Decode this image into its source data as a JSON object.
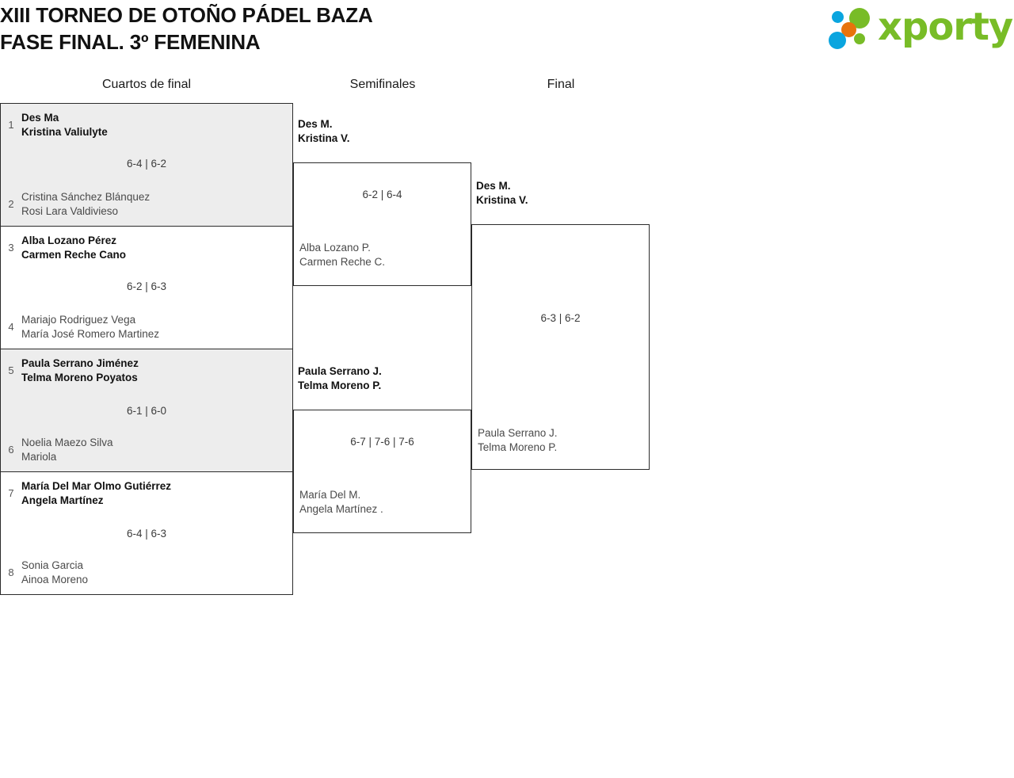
{
  "header": {
    "title_line1": "XIII TORNEO DE OTOÑO PÁDEL BAZA",
    "title_line2": "FASE FINAL. 3º FEMENINA",
    "logo_text": "xporty",
    "logo_colors": {
      "green": "#78bc27",
      "blue": "#0aa5df",
      "orange": "#e8730c"
    }
  },
  "rounds": [
    {
      "label": "Cuartos de final"
    },
    {
      "label": "Semifinales"
    },
    {
      "label": "Final"
    }
  ],
  "quarterfinals": [
    {
      "shaded": true,
      "score": "6-4 | 6-2",
      "top": {
        "seed": "1",
        "p1": "Des Ma",
        "p2": "Kristina Valiulyte",
        "winner": true
      },
      "bottom": {
        "seed": "2",
        "p1": "Cristina Sánchez Blánquez",
        "p2": "Rosi Lara Valdivieso",
        "winner": false
      }
    },
    {
      "shaded": false,
      "score": "6-2 | 6-3",
      "top": {
        "seed": "3",
        "p1": "Alba Lozano Pérez",
        "p2": "Carmen Reche Cano",
        "winner": true
      },
      "bottom": {
        "seed": "4",
        "p1": "Mariajo Rodriguez Vega",
        "p2": "María José Romero Martinez",
        "winner": false
      }
    },
    {
      "shaded": true,
      "score": "6-1 | 6-0",
      "top": {
        "seed": "5",
        "p1": "Paula Serrano Jiménez",
        "p2": "Telma Moreno Poyatos",
        "winner": true
      },
      "bottom": {
        "seed": "6",
        "p1": "Noelia Maezo Silva",
        "p2": "Mariola",
        "winner": false
      }
    },
    {
      "shaded": false,
      "score": "6-4 | 6-3",
      "top": {
        "seed": "7",
        "p1": "María Del Mar Olmo Gutiérrez",
        "p2": "Angela Martínez",
        "winner": true
      },
      "bottom": {
        "seed": "8",
        "p1": "Sonia Garcia",
        "p2": "Ainoa Moreno",
        "winner": false
      }
    }
  ],
  "semifinals": [
    {
      "score": "6-2 | 6-4",
      "top": {
        "p1": "Des M.",
        "p2": "Kristina V.",
        "winner": true
      },
      "bottom": {
        "p1": "Alba Lozano P.",
        "p2": "Carmen Reche C.",
        "winner": false
      }
    },
    {
      "score": "6-7 | 7-6 | 7-6",
      "top": {
        "p1": "Paula Serrano J.",
        "p2": "Telma Moreno P.",
        "winner": true
      },
      "bottom": {
        "p1": "María Del M.",
        "p2": "Angela Martínez .",
        "winner": false
      }
    }
  ],
  "final": {
    "score": "6-3 | 6-2",
    "top": {
      "p1": "Des M.",
      "p2": "Kristina V.",
      "winner": true
    },
    "bottom": {
      "p1": "Paula Serrano J.",
      "p2": "Telma Moreno P.",
      "winner": false
    }
  }
}
